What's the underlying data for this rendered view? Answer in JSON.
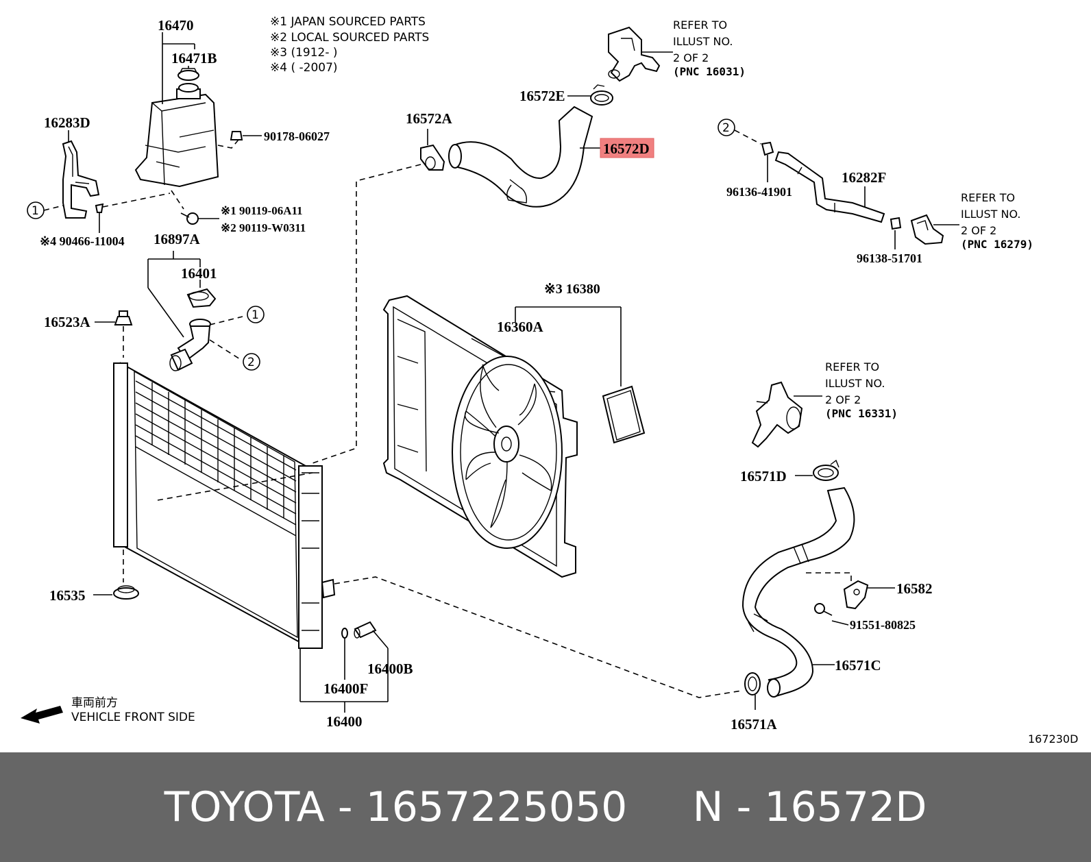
{
  "labels": {
    "p16470": "16470",
    "p16471B": "16471B",
    "p16283D": "16283D",
    "p90178": "90178-06027",
    "p90119a": "※1 90119-06A11",
    "p90119b": "※2 90119-W0311",
    "p90466": "※4 90466-11004",
    "p16897A": "16897A",
    "p16401": "16401",
    "p16523A": "16523A",
    "p16535": "16535",
    "p16572A": "16572A",
    "p16572E": "16572E",
    "p16572D": "16572D",
    "p16380": "※3 16380",
    "p16360A": "16360A",
    "p96136": "96136-41901",
    "p16282F": "16282F",
    "p96138": "96138-51701",
    "p16571D": "16571D",
    "p16582": "16582",
    "p91551": "91551-80825",
    "p16571C": "16571C",
    "p16571A": "16571A",
    "p16400B": "16400B",
    "p16400F": "16400F",
    "p16400": "16400",
    "diagram_code": "167230D"
  },
  "notes": {
    "n1": "※1 JAPAN SOURCED PARTS",
    "n2": "※2 LOCAL SOURCED PARTS",
    "n3": "※3 (1912-      )",
    "n4": "※4 (      -2007)"
  },
  "refs": {
    "r1": {
      "l1": "REFER TO",
      "l2": "ILLUST NO.",
      "l3": "2 OF 2",
      "l4": "(PNC 16031)"
    },
    "r2": {
      "l1": "REFER TO",
      "l2": "ILLUST NO.",
      "l3": "2 OF 2",
      "l4": "(PNC 16279)"
    },
    "r3": {
      "l1": "REFER TO",
      "l2": "ILLUST NO.",
      "l3": "2 OF 2",
      "l4": "(PNC 16331)"
    }
  },
  "markers": {
    "one": "1",
    "two": "2"
  },
  "front": {
    "jp": "車両前方",
    "en": "VEHICLE FRONT SIDE"
  },
  "highlight_color": "#f08080",
  "footer": {
    "text": "TOYOTA - 1657225050     N - 16572D"
  }
}
